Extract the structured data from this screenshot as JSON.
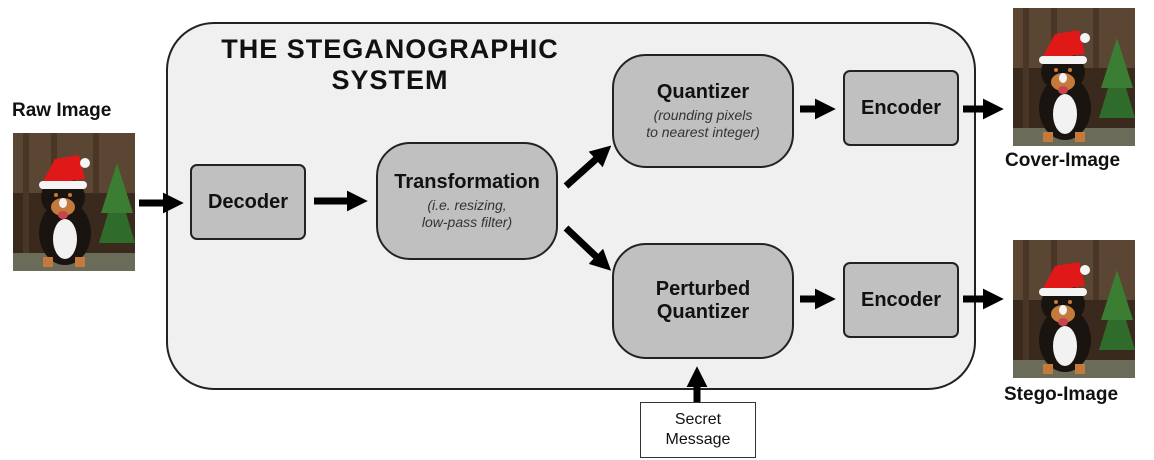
{
  "system": {
    "title": "THE STEGANOGRAPHIC\nSYSTEM"
  },
  "inputs": {
    "raw_image_label": "Raw Image",
    "secret_message": "Secret\nMessage"
  },
  "outputs": {
    "cover_image_label": "Cover-Image",
    "stego_image_label": "Stego-Image"
  },
  "nodes": {
    "decoder": {
      "label": "Decoder"
    },
    "transformation": {
      "label": "Transformation",
      "sub": "(i.e. resizing,\nlow-pass filter)"
    },
    "quantizer": {
      "label": "Quantizer",
      "sub": "(rounding pixels\nto nearest integer)"
    },
    "perturbed_quantizer": {
      "label": "Perturbed\nQuantizer"
    },
    "encoder_top": {
      "label": "Encoder"
    },
    "encoder_bottom": {
      "label": "Encoder"
    }
  },
  "colors": {
    "system_fill": "#f0f0f0",
    "node_fill": "#c0c0c0",
    "arrow": "#000000",
    "santa_hat": "#e01818",
    "tree": "#2f6b2a"
  },
  "icons": [
    "dog-photo-icon",
    "arrow-right-icon",
    "arrow-diagonal-icon",
    "arrow-up-icon"
  ]
}
